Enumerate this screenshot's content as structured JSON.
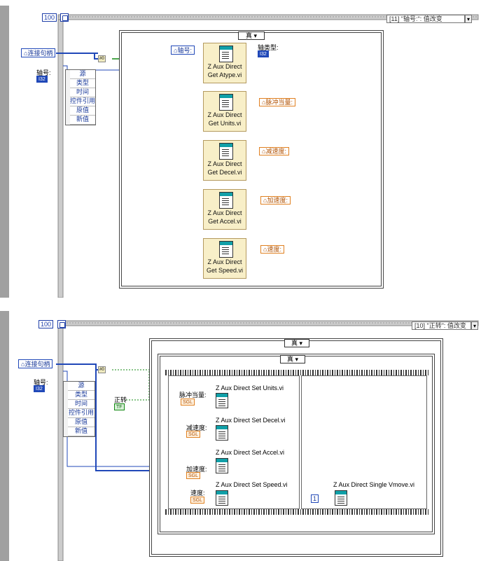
{
  "panel_top": {
    "loop_count": "100",
    "event_case": "[11] \"轴号:\": 值改变",
    "case_selector": "真",
    "inputs": {
      "handle": "连接句柄",
      "axis_ctrl": "轴号:",
      "axis_label": "轴号:",
      "axis_type": "I32",
      "axis_ref": "轴号"
    },
    "event_data": [
      "源",
      "类型",
      "时间",
      "控件引用",
      "原值",
      "新值"
    ],
    "subvis": [
      {
        "line1": "Z Aux Direct",
        "line2": "Get Atype.vi"
      },
      {
        "line1": "Z Aux Direct",
        "line2": "Get Units.vi"
      },
      {
        "line1": "Z Aux Direct",
        "line2": "Get Decel.vi"
      },
      {
        "line1": "Z Aux Direct",
        "line2": "Get Accel.vi"
      },
      {
        "line1": "Z Aux Direct",
        "line2": "Get Speed.vi"
      }
    ],
    "outputs": {
      "axis_type_label": "轴类型:",
      "axis_type_type": "I32",
      "units": "脉冲当量:",
      "decel": "减速度:",
      "accel": "加速度:",
      "speed": "速度:"
    }
  },
  "panel_bottom": {
    "loop_count": "100",
    "event_case": "[10] \"正转\": 值改变",
    "case_outer": "真",
    "case_inner": "真",
    "inputs": {
      "handle": "连接句柄",
      "axis_label": "轴号:",
      "axis_type": "I32",
      "forward_label": "正转",
      "forward_type": "TF"
    },
    "event_data": [
      "源",
      "类型",
      "时间",
      "控件引用",
      "原值",
      "新值"
    ],
    "set_vis": [
      "Z Aux Direct Set Units.vi",
      "Z Aux Direct Set Decel.vi",
      "Z Aux Direct Set Accel.vi",
      "Z Aux Direct Set Speed.vi"
    ],
    "set_labels": [
      "脉冲当量:",
      "减速度:",
      "加速度:",
      "速度:"
    ],
    "sgl_type": "SGL",
    "vmove_vi": "Z Aux Direct Single Vmove.vi",
    "const_one": "1"
  },
  "colors": {
    "ref_wire": "#2048b8",
    "num_wire": "#e08020",
    "bool_wire": "#118811",
    "vi_bg": "#f8efc8"
  },
  "icons": [
    "stop-timer-icon",
    "vi-icon",
    "dropdown-arrow-icon",
    "not-gate-icon"
  ]
}
